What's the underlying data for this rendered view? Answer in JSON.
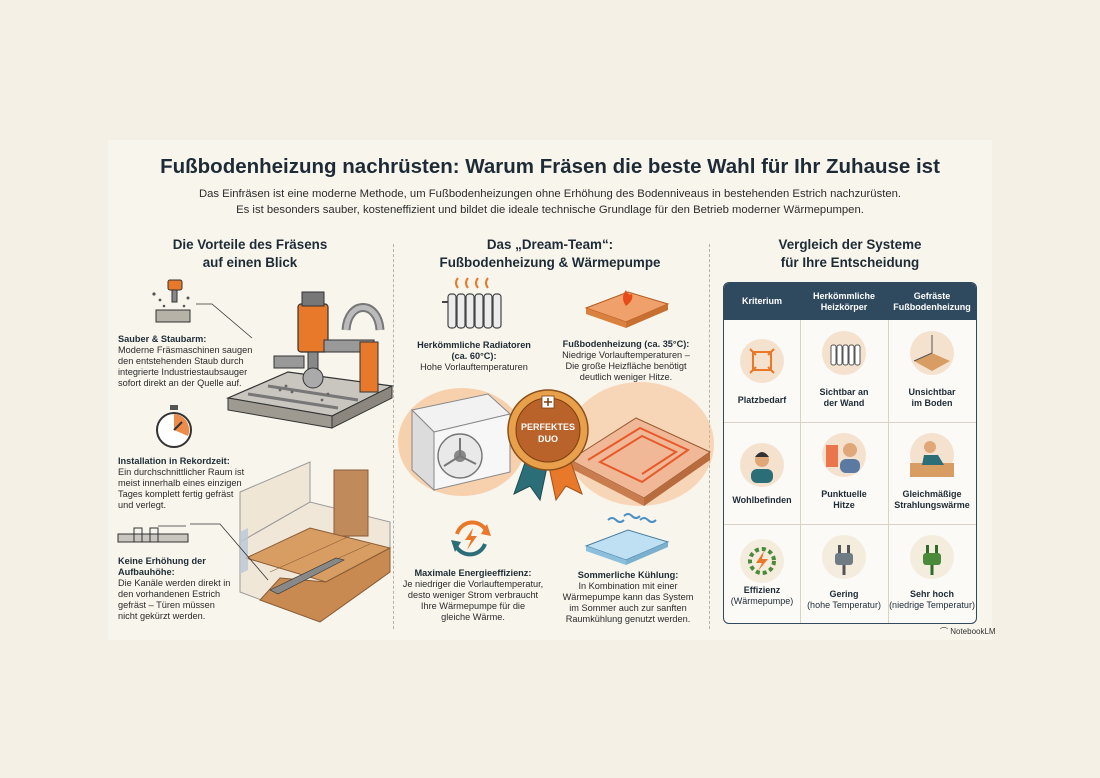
{
  "title": "Fußbodenheizung nachrüsten: Warum Fräsen die beste Wahl für Ihr Zuhause ist",
  "intro": [
    "Das Einfräsen ist eine moderne Methode, um Fußbodenheizungen ohne Erhöhung des Bodenniveaus in bestehenden Estrich nachzurüsten.",
    "Es ist besonders sauber, kosteneffizient und bildet die ideale technische Grundlage für den Betrieb moderner Wärmepumpen."
  ],
  "left": {
    "heading": [
      "Die Vorteile des Fräsens",
      "auf einen Blick"
    ],
    "items": [
      {
        "title": "Sauber & Staubarm:",
        "text": [
          "Moderne Fräsmaschinen saugen",
          "den entstehenden Staub durch",
          "integrierte Industriestaubsauger",
          "sofort direkt an der Quelle auf."
        ]
      },
      {
        "title": "Installation in Rekordzeit:",
        "text": [
          "Ein durchschnittlicher Raum ist",
          "meist innerhalb eines einzigen",
          "Tages komplett fertig gefräst",
          "und verlegt."
        ]
      },
      {
        "title": "Keine Erhöhung der",
        "title2": "Aufbauhöhe:",
        "text": [
          "Die Kanäle werden direkt in",
          "den vorhandenen Estrich",
          "gefräst – Türen müssen",
          "nicht gekürzt werden."
        ]
      }
    ]
  },
  "middle": {
    "heading": [
      "Das „Dream-Team“:",
      "Fußbodenheizung & Wärmepumpe"
    ],
    "radiator": {
      "title": "Herkömmliche Radiatoren",
      "title2": "(ca. 60°C):",
      "text": "Hohe Vorlauftemperaturen"
    },
    "floor": {
      "title": "Fußbodenheizung (ca. 35°C):",
      "text": [
        "Niedrige Vorlauftemperaturen –",
        "Die große Heizfläche benötigt",
        "deutlich weniger Hitze."
      ]
    },
    "badge": [
      "PERFEKTES",
      "DUO"
    ],
    "efficiency": {
      "title": "Maximale Energieeffizienz:",
      "text": [
        "Je niedriger die Vorlauftemperatur,",
        "desto weniger Strom verbraucht",
        "Ihre Wärmepumpe für die",
        "gleiche Wärme."
      ]
    },
    "cooling": {
      "title": "Sommerliche Kühlung:",
      "text": [
        "In Kombination mit einer",
        "Wärmepumpe kann das System",
        "im Sommer auch zur sanften",
        "Raumkühlung genutzt werden."
      ]
    }
  },
  "right": {
    "heading": [
      "Vergleich der Systeme",
      "für Ihre Entscheidung"
    ],
    "headers": [
      "Kriterium",
      "Herkömmliche Heizkörper",
      "Gefräste Fußbodenheizung"
    ],
    "rows": [
      {
        "criterion": "Platzbedarf",
        "classic": [
          "Sichtbar an",
          "der Wand"
        ],
        "floor": [
          "Unsichtbar",
          "im Boden"
        ]
      },
      {
        "criterion": "Wohlbefinden",
        "classic": [
          "Punktuelle",
          "Hitze"
        ],
        "floor": [
          "Gleichmäßige",
          "Strahlungswärme"
        ]
      },
      {
        "criterion": [
          "Effizienz",
          "(Wärmepumpe)"
        ],
        "classic": [
          "Gering",
          "(hohe Temperatur)"
        ],
        "floor": [
          "Sehr hoch",
          "(niedrige Temperatur)"
        ]
      }
    ]
  },
  "brand": "NotebookLM",
  "colors": {
    "accent": "#e8782a",
    "navy": "#2f4a5f",
    "background": "#f4f0e5",
    "green": "#4a8a3a"
  }
}
